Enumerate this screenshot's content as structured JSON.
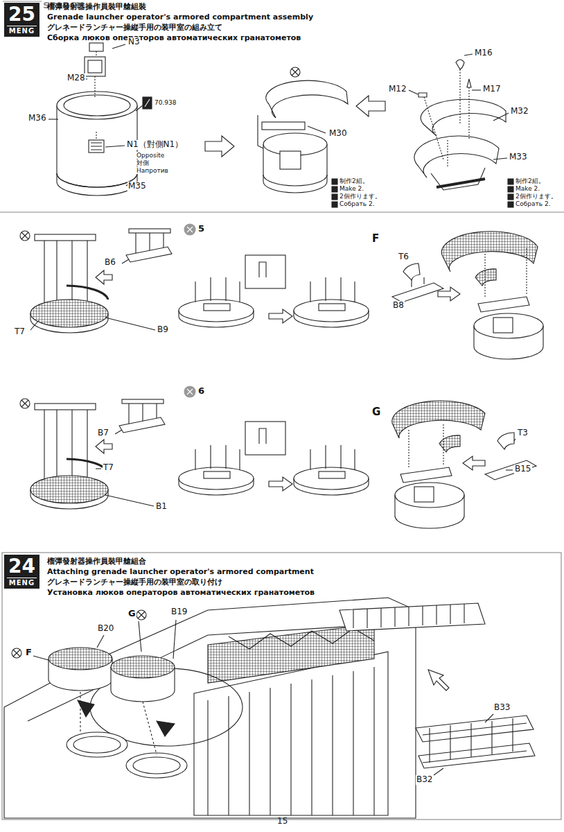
{
  "diagram": {
    "nodes": [
      {
        "text": [
          "25",
          "MENG"
        ]
      },
      {
        "text": [
          "24",
          "MENG"
        ]
      }
    ],
    "labels": [
      "SEARCH",
      "榴彈發射器操作員裝甲艙組裝",
      "Grenade launcher operator's armored compartment assembly",
      "グレネードランチャー操縦手用の装甲室の組み立て",
      "Сборка люков операторов автоматических гранатометов",
      "N3",
      "M28",
      "M36",
      "70.938",
      "N1（對側N1）",
      "Opposite",
      "対側",
      "Напротив",
      "M35",
      "M30",
      "制作2組。",
      "Make 2.",
      "2個作ります。",
      "Собрать 2.",
      "M16",
      "M12",
      "M17",
      "M32",
      "M33",
      "制作2組。",
      "Make 2.",
      "2個作ります。",
      "Собрать 2.",
      "5",
      "B6",
      "T7",
      "B9",
      "F",
      "T6",
      "B8",
      "6",
      "B7",
      "T7",
      "B1",
      "G",
      "T3",
      "B15",
      "榴彈發射器操作員裝甲艙組合",
      "Attaching grenade launcher operator's armored compartment",
      "グレネードランチャー操縦手用の装甲室の取り付け",
      "Установка люков операторов автоматических гранатометов",
      "G",
      "B19",
      "B20",
      "F",
      "B33",
      "B32",
      "15"
    ]
  }
}
